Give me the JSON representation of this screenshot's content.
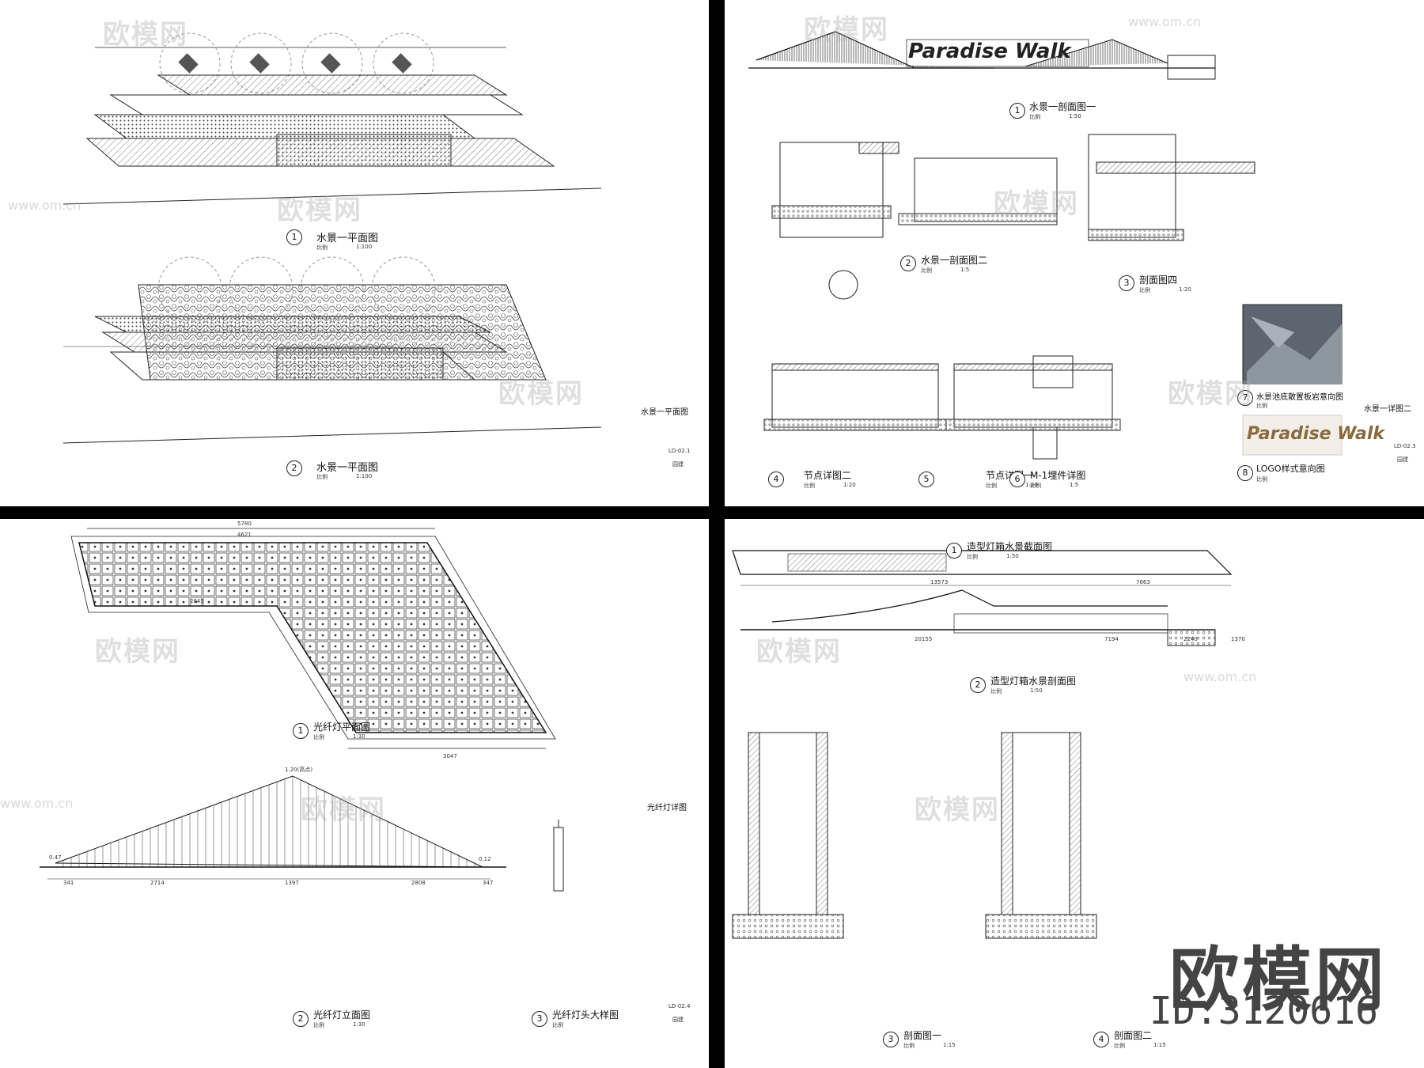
{
  "sheets": {
    "s1": {
      "titles": [
        {
          "num": "1",
          "title": "水景一平面图",
          "scale": "1:100"
        },
        {
          "num": "2",
          "title": "水景一平面图",
          "scale": "1:100"
        }
      ],
      "side_title": "水景一平面图",
      "sheet_no": "LD-02.1",
      "discipline": "园建"
    },
    "s2": {
      "logo_text": "Paradise Walk",
      "titles": [
        {
          "num": "1",
          "title": "水景一剖面图一",
          "scale": "1:50"
        },
        {
          "num": "2",
          "title": "水景一剖面图二",
          "scale": "1:5"
        },
        {
          "num": "3",
          "title": "剖面图四",
          "scale": "1:20"
        },
        {
          "num": "4",
          "title": "节点详图二",
          "scale": "1:20"
        },
        {
          "num": "5",
          "title": "节点详图一",
          "scale": "1:20"
        },
        {
          "num": "6",
          "title": "M-1埋件详图",
          "scale": "1:5"
        },
        {
          "num": "7",
          "title": "水景池底散置板岩意向图",
          "scale": ""
        },
        {
          "num": "8",
          "title": "LOGO样式意向图",
          "scale": ""
        }
      ],
      "side_title": "水景一详图二",
      "sheet_no": "LD-02.3",
      "discipline": "园建"
    },
    "s3": {
      "titles": [
        {
          "num": "1",
          "title": "光纤灯平面图",
          "scale": "1:30"
        },
        {
          "num": "2",
          "title": "光纤灯立面图",
          "scale": "1:30"
        },
        {
          "num": "3",
          "title": "光纤灯头大样图",
          "scale": ""
        }
      ],
      "side_title": "光纤灯详图",
      "sheet_no": "LD-02.4",
      "discipline": "园建",
      "dims": [
        "5780",
        "4621",
        "2845",
        "3047",
        "2714",
        "1397",
        "2808",
        "341",
        "347",
        "1.20(高点)",
        "0.47",
        "0.12"
      ]
    },
    "s4": {
      "titles": [
        {
          "num": "1",
          "title": "造型灯箱水景截面图",
          "scale": "1:50"
        },
        {
          "num": "2",
          "title": "造型灯箱水景剖面图",
          "scale": "1:50"
        },
        {
          "num": "3",
          "title": "剖面图一",
          "scale": "1:15"
        },
        {
          "num": "4",
          "title": "剖面图二",
          "scale": "1:15"
        }
      ],
      "dims": [
        "13573",
        "7663",
        "20155",
        "7194",
        "2240",
        "1370"
      ]
    }
  },
  "scale_prefix": "比例",
  "watermark": {
    "brand": "欧模网",
    "url": "www.om.cn"
  },
  "id_badge": {
    "brand": "欧模网",
    "id": "ID:3120616"
  },
  "colors": {
    "sheet": "#ffffff",
    "gap": "#000000",
    "ink": "#222222",
    "logo": "#8a6a3c"
  }
}
